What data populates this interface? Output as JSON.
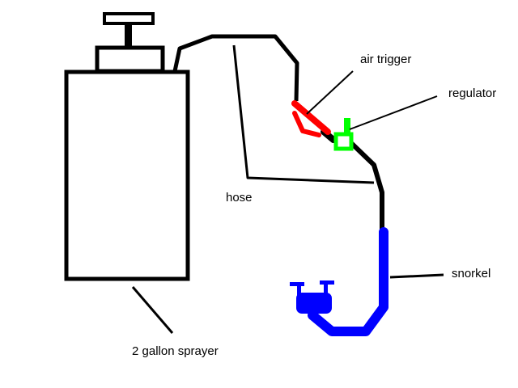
{
  "labels": {
    "air_trigger": "air trigger",
    "regulator": "regulator",
    "hose": "hose",
    "snorkel": "snorkel",
    "sprayer": "2 gallon sprayer"
  },
  "colors": {
    "outline": "#000000",
    "air_trigger": "#ff0000",
    "regulator": "#00ff00",
    "snorkel": "#0000ff",
    "background": "#ffffff"
  }
}
